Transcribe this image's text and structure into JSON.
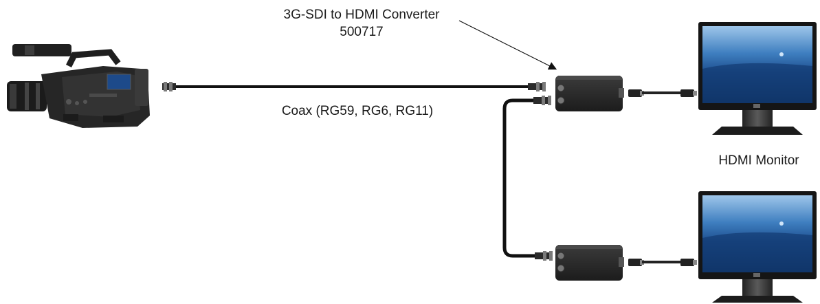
{
  "labels": {
    "converter_title": "3G-SDI to HDMI Converter",
    "converter_part": "500717",
    "coax": "Coax (RG59, RG6, RG11)",
    "monitor": "HDMI Monitor"
  },
  "icons": {
    "camera": "video-camera-icon",
    "converter": "converter-box-icon",
    "monitor": "monitor-icon",
    "bnc": "bnc-connector-icon",
    "hdmi": "hdmi-connector-icon"
  },
  "colors": {
    "cable": "#111111",
    "device_body": "#2a2a2a",
    "screen_top": "#2d6fb0",
    "screen_bottom": "#0d2f60"
  }
}
